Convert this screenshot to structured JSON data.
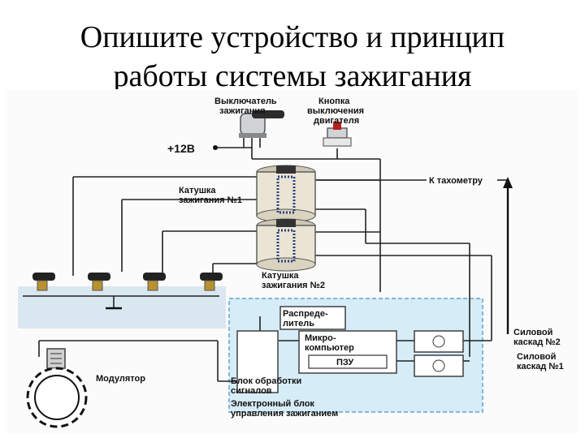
{
  "title": {
    "line1": "Опишите устройство и принцип",
    "line2": "работы системы зажигания"
  },
  "diagram": {
    "ignition_switch": [
      "Выключатель",
      "зажигания"
    ],
    "stop_button": [
      "Кнопка",
      "выключения",
      "двигателя"
    ],
    "supply": "+12В",
    "coil1": [
      "Катушка",
      "зажигания №1"
    ],
    "coil2": [
      "Катушка",
      "зажигания №2"
    ],
    "tachometer": "К тахометру",
    "distributor": [
      "Распреде-",
      "литель"
    ],
    "microcomputer": [
      "Микро-",
      "компьютер"
    ],
    "rom": "ПЗУ",
    "power_stage2": [
      "Силовой",
      "каскад №2"
    ],
    "power_stage1": [
      "Силовой",
      "каскад №1"
    ],
    "modulator": "Модулятор",
    "signal_block": [
      "Блок обработки",
      "сигналов"
    ],
    "ecu": [
      "Электронный блок",
      "управления зажиганием"
    ]
  },
  "colors": {
    "ecu_fill": "#d6ecf7",
    "ecu_border": "#7fb8dc",
    "engine_fill": "#d9e7f0",
    "coil_body": "#e9e4d3"
  }
}
